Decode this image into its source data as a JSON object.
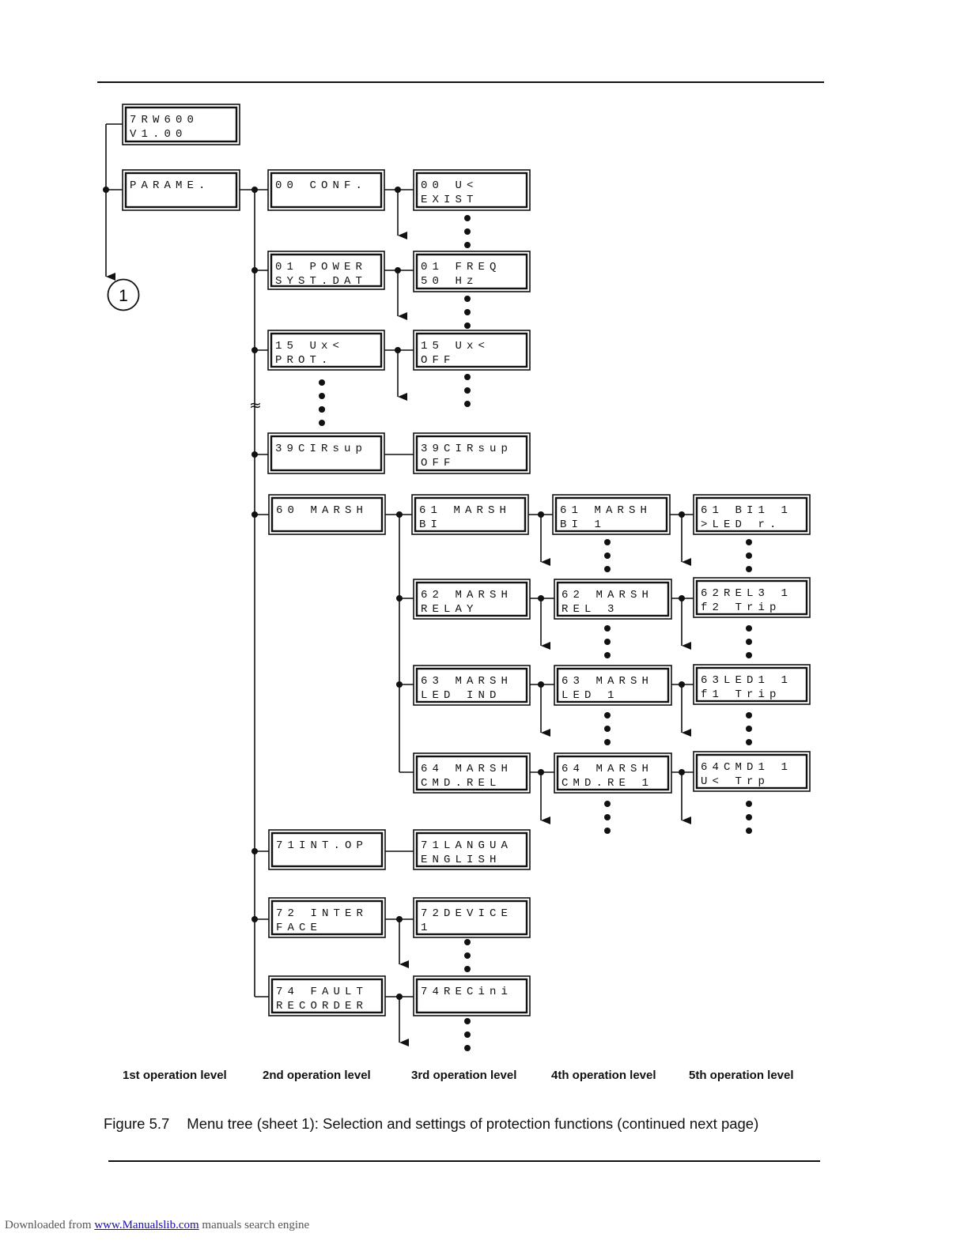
{
  "nodes": {
    "n_7rw": [
      "7RW600",
      "V1.00"
    ],
    "n_param": [
      "PARAME.",
      ""
    ],
    "n_00": [
      "00 CONF.",
      ""
    ],
    "n_00u": [
      "00 U<",
      "EXIST"
    ],
    "n_01": [
      "01 POWER",
      "SYST.DAT"
    ],
    "n_01f": [
      "01 FREQ",
      "50 Hz"
    ],
    "n_15": [
      "15 Ux<",
      "PROT."
    ],
    "n_15u": [
      "15 Ux<",
      "OFF"
    ],
    "n_39": [
      "39CIRsup",
      ""
    ],
    "n_39c": [
      "39CIRsup",
      "OFF"
    ],
    "n_60": [
      "60 MARSH",
      ""
    ],
    "n_61": [
      "61 MARSH",
      "BI"
    ],
    "n_61b": [
      "61 MARSH",
      "BI 1"
    ],
    "n_61c": [
      "61 BI1 1",
      ">LED r."
    ],
    "n_62": [
      "62 MARSH",
      "RELAY"
    ],
    "n_62b": [
      "62 MARSH",
      "REL 3"
    ],
    "n_62c": [
      "62REL3 1",
      "f2 Trip"
    ],
    "n_63": [
      "63 MARSH",
      "LED IND"
    ],
    "n_63b": [
      "63 MARSH",
      "LED 1"
    ],
    "n_63c": [
      "63LED1 1",
      "f1 Trip"
    ],
    "n_64": [
      "64 MARSH",
      "CMD.REL"
    ],
    "n_64b": [
      "64 MARSH",
      "CMD.RE 1"
    ],
    "n_64c": [
      "64CMD1 1",
      "U< Trp"
    ],
    "n_71": [
      "71INT.OP",
      ""
    ],
    "n_71l": [
      "71LANGUA",
      "ENGLISH"
    ],
    "n_72": [
      "72 INTER",
      "FACE"
    ],
    "n_72d": [
      "72DEVICE",
      "1"
    ],
    "n_74": [
      "74 FAULT",
      "RECORDER"
    ],
    "n_74r": [
      "74RECini",
      ""
    ]
  },
  "connector_label": "1",
  "break_symbol": "≈",
  "levels": [
    "1st operation level",
    "2nd operation level",
    "3rd operation level",
    "4th operation level",
    "5th operation level"
  ],
  "caption": {
    "number": "Figure 5.7",
    "text": "Menu tree (sheet 1): Selection and settings of protection functions (continued next page)"
  },
  "footer": {
    "prefix": "Downloaded from",
    "link": "www.Manualslib.com",
    "suffix": "manuals search engine"
  }
}
